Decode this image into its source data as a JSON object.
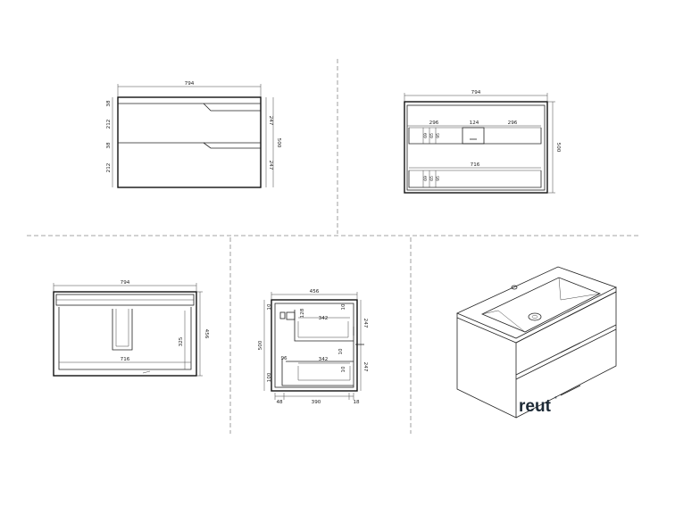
{
  "views": {
    "front": {
      "width": "794",
      "heights_left": [
        "38",
        "212",
        "38",
        "212"
      ],
      "heights_right": [
        "247",
        "247"
      ],
      "total_height": "500"
    },
    "back": {
      "width": "794",
      "top_widths": [
        "296",
        "124",
        "296"
      ],
      "upper_depths": [
        "69",
        "65",
        "95"
      ],
      "inner_width": "716",
      "lower_depths": [
        "69",
        "65",
        "95"
      ],
      "total_height": "500"
    },
    "top": {
      "width": "794",
      "inner_width": "716",
      "inner_depth": "325",
      "total_depth": "456"
    },
    "side": {
      "depth": "456",
      "upper_gap": "10",
      "upper_offset": "128",
      "upper_drawer_depth": "342",
      "upper_right": "10",
      "drawer_heights": [
        "247",
        "247"
      ],
      "total_height": "500",
      "lower_offset": "96",
      "lower_drawer_depth": "342",
      "lower_left": "10",
      "lower_right": "10",
      "base": "100",
      "bottom_dims": [
        "48",
        "390",
        "18"
      ]
    }
  },
  "brand": {
    "name": "reut",
    "mark": "®"
  }
}
